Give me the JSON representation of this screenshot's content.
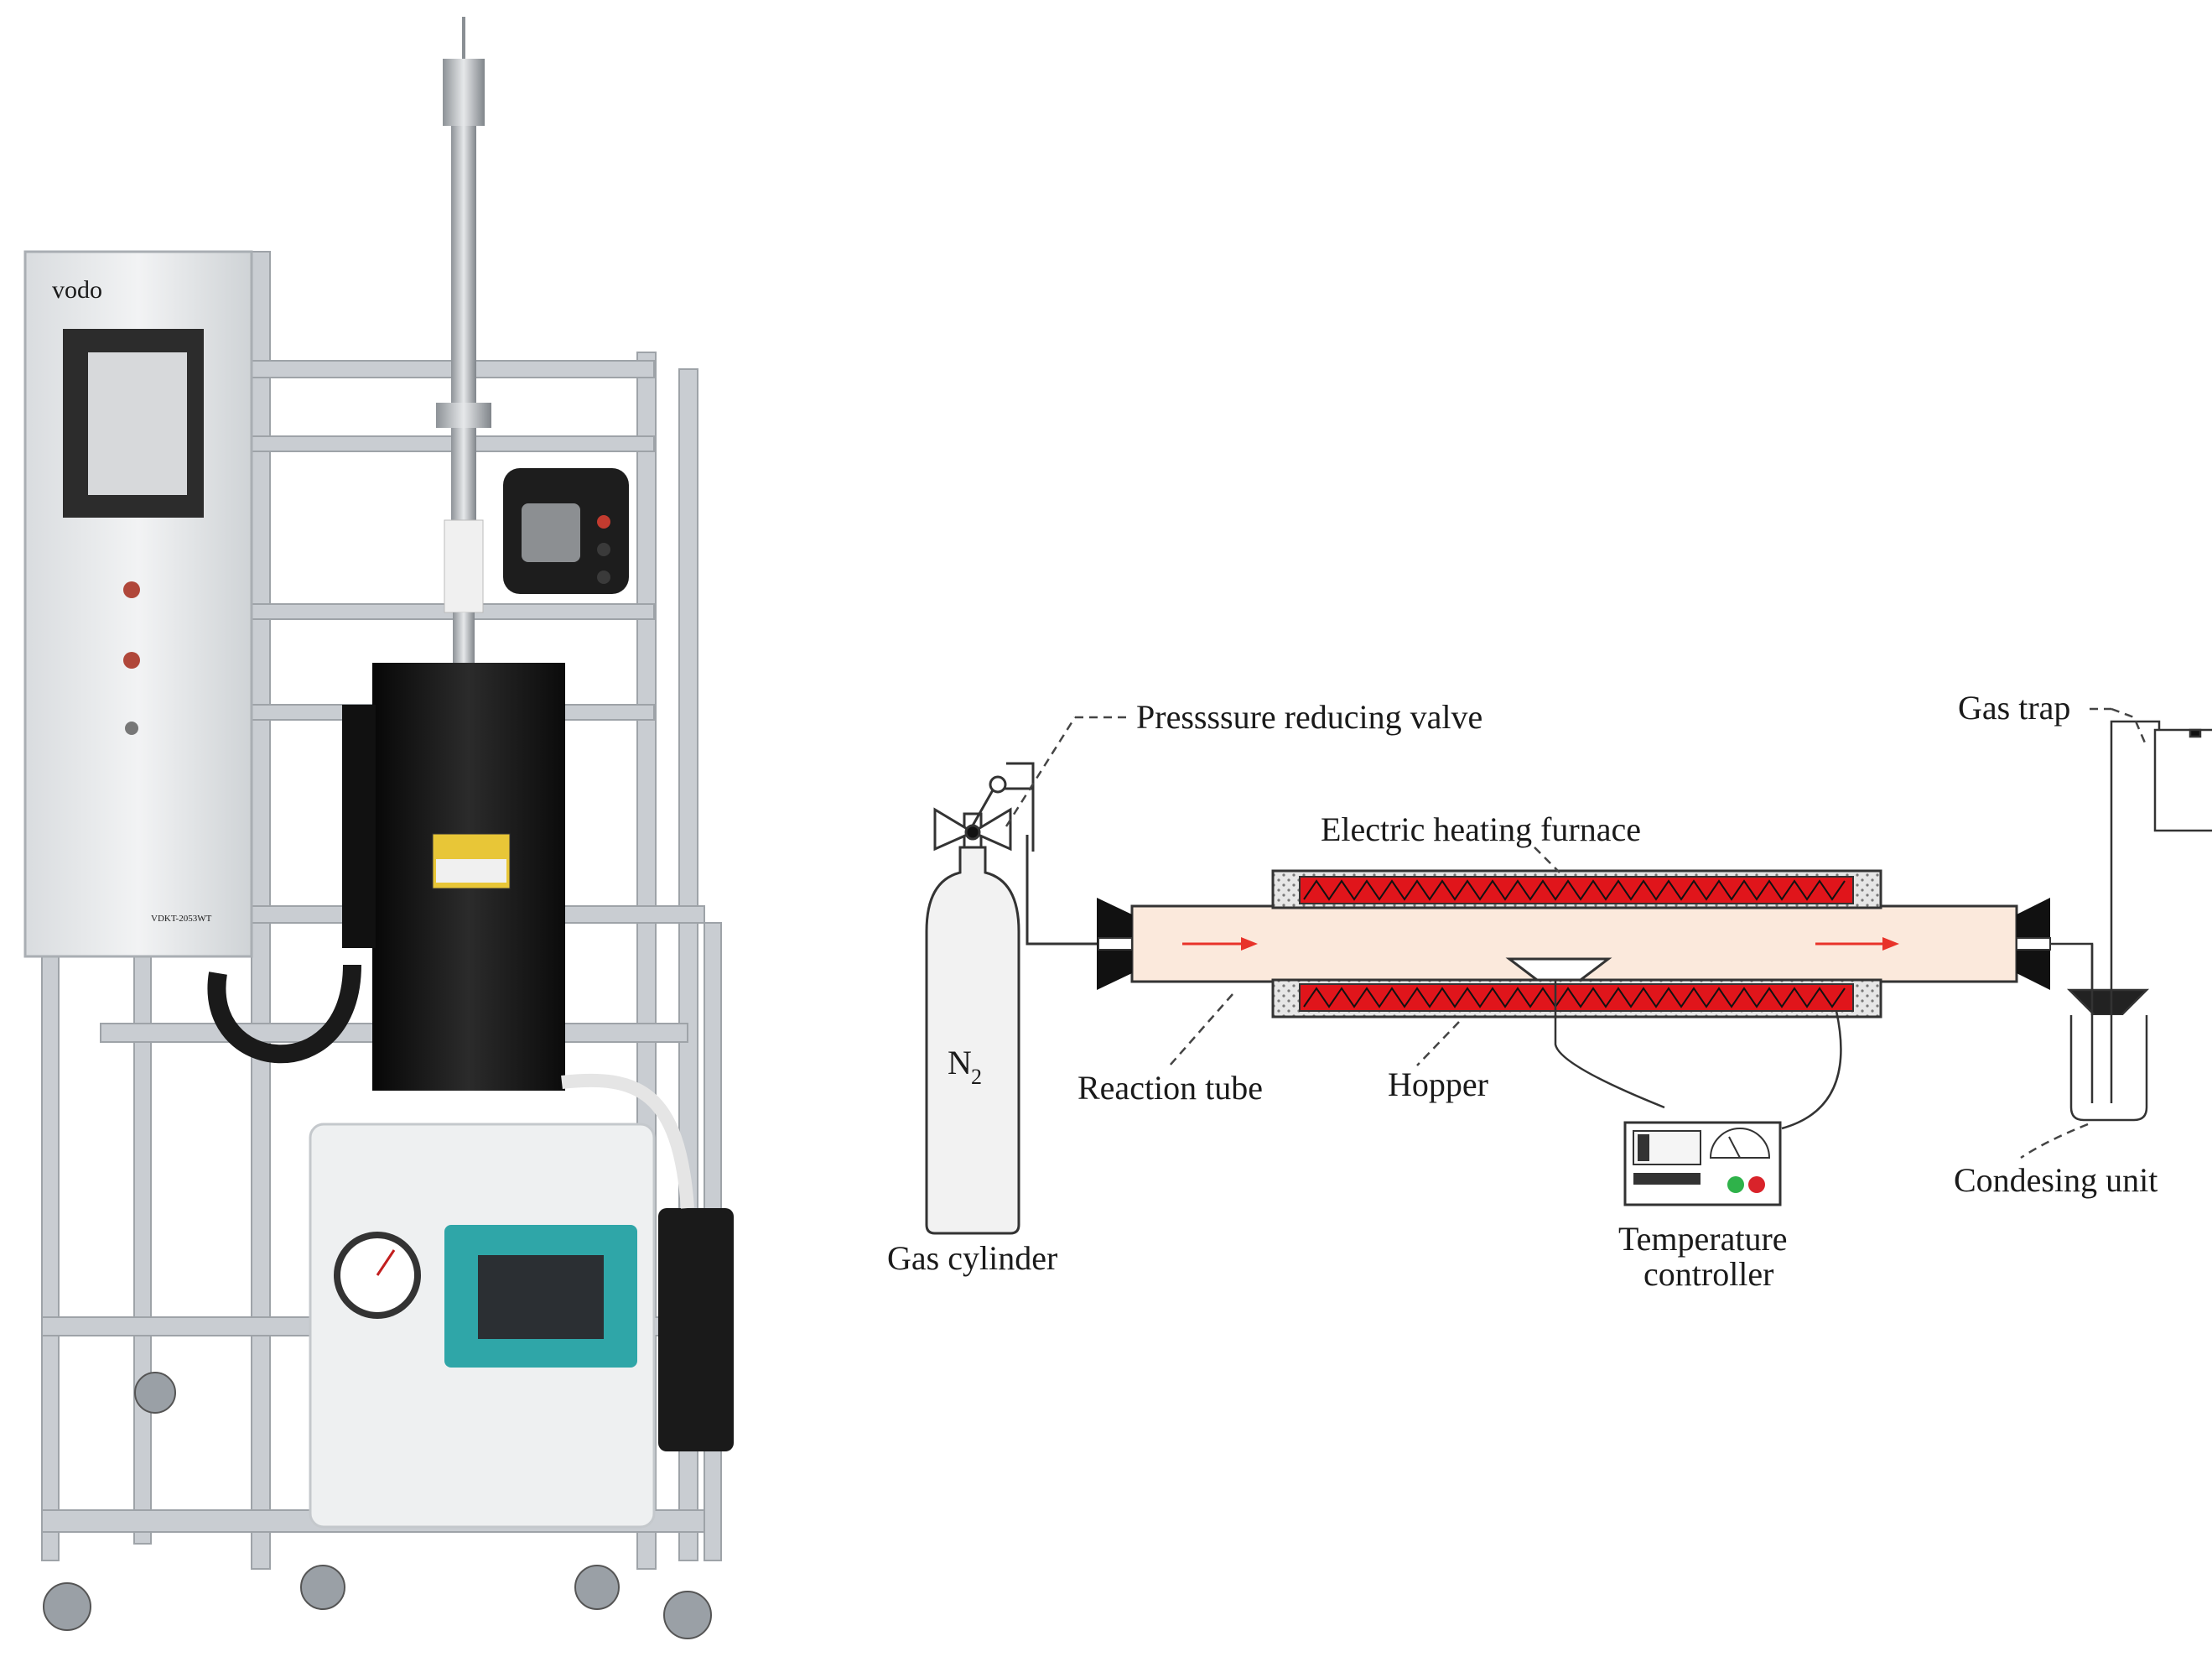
{
  "photo": {
    "brand_logo": "vodo",
    "model_plate": "VDKT-2053WT",
    "colors": {
      "frame": "#c9cdd2",
      "cabinet": "#e9ebed",
      "furnace": "#151515",
      "chiller": "#eef0f1",
      "screen_bezel": "#2fa6a8"
    }
  },
  "diagram": {
    "labels": {
      "gas_cylinder": "Gas cylinder",
      "n2_main": "N",
      "n2_sub": "2",
      "valve": "Pressssure reducing valve",
      "furnace": "Electric heating furnace",
      "reaction_tube": "Reaction tube",
      "hopper": "Hopper",
      "temp_controller_line1": "Temperature",
      "temp_controller_line2": "controller",
      "gas_trap": "Gas trap",
      "condensing_unit": "Condesing unit"
    },
    "colors": {
      "heater": "#e0151b",
      "tube_fill": "#fbe9dc",
      "flow_arrow": "#e8332a",
      "insulation": "#d9d9d9",
      "led_green": "#2fb24a",
      "led_red": "#d9232a"
    }
  }
}
